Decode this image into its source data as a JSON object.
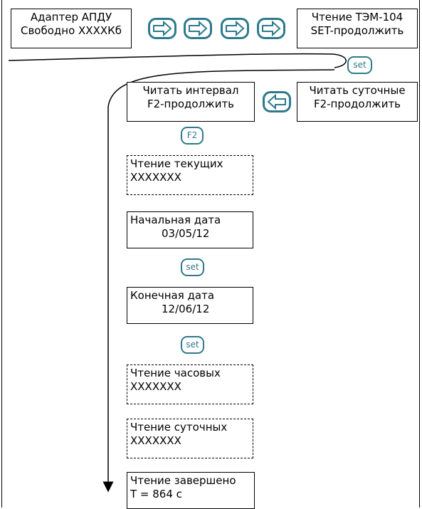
{
  "adapter_box": {
    "line1": "Адаптер АПДУ",
    "line2": "Свободно ХХХХКб"
  },
  "tem_box": {
    "line1": "Чтение ТЭМ-104",
    "line2": "SET-продолжить"
  },
  "read_daily_box": {
    "line1": "Читать суточные",
    "line2": "F2-продолжить"
  },
  "read_interval_box": {
    "line1": "Читать интервал",
    "line2": "F2-продолжить"
  },
  "read_current_box": {
    "line1": "Чтение текущих",
    "line2": "ХХХХХХХ"
  },
  "start_date_box": {
    "line1": "Начальная дата",
    "line2": "03/05/12"
  },
  "end_date_box": {
    "line1": "Конечная дата",
    "line2": "12/06/12"
  },
  "read_hourly_box": {
    "line1": "Чтение часовых",
    "line2": "ХХХХХХХ"
  },
  "read_daily2_box": {
    "line1": "Чтение суточных",
    "line2": "ХХХХХХХ"
  },
  "done_box": {
    "line1": "Чтение завершено",
    "line2": "Т = 864 с"
  },
  "keys": {
    "set": "set",
    "f2": "F2"
  },
  "colors": {
    "accent": "#2e7a8c",
    "line": "#000000"
  },
  "icons": {
    "arrow_right": "right-arrow-icon",
    "arrow_left": "left-arrow-icon"
  }
}
